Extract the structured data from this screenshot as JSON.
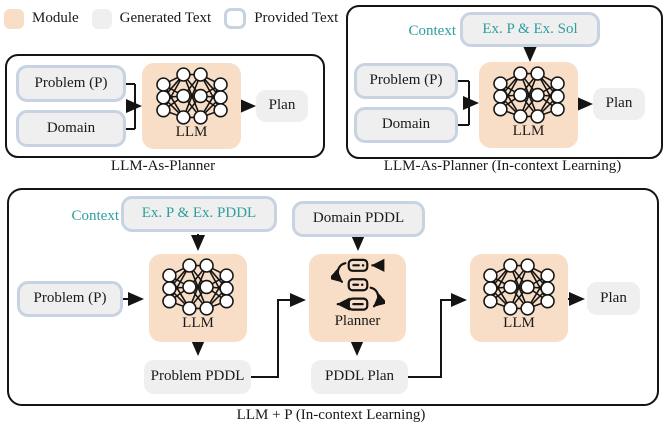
{
  "legend": {
    "module_label": "Module",
    "generated_label": "Generated Text",
    "provided_label": "Provided Text"
  },
  "colors": {
    "module_fill": "#F9DEC7",
    "generated_fill": "#EFEFEF",
    "provided_border": "#C8D3E2",
    "context_teal": "#2D9F9F",
    "outline_black": "#141414"
  },
  "icons": {
    "llm": "neural-network-icon",
    "planner": "cyclic-process-icon"
  },
  "panel1": {
    "caption": "LLM-As-Planner",
    "problem": "Problem (P)",
    "domain": "Domain",
    "llm": "LLM",
    "plan": "Plan"
  },
  "panel2": {
    "caption": "LLM-As-Planner (In-context Learning)",
    "context_label": "Context",
    "context_box": "Ex. P & Ex. Sol",
    "problem": "Problem (P)",
    "domain": "Domain",
    "llm": "LLM",
    "plan": "Plan"
  },
  "panel3": {
    "caption": "LLM + P (In-context Learning)",
    "context_label": "Context",
    "context_box": "Ex. P & Ex. PDDL",
    "domain_pddl": "Domain PDDL",
    "problem": "Problem (P)",
    "llm1": "LLM",
    "problem_pddl": "Problem PDDL",
    "planner": "Planner",
    "pddl_plan": "PDDL Plan",
    "llm2": "LLM",
    "plan": "Plan"
  }
}
